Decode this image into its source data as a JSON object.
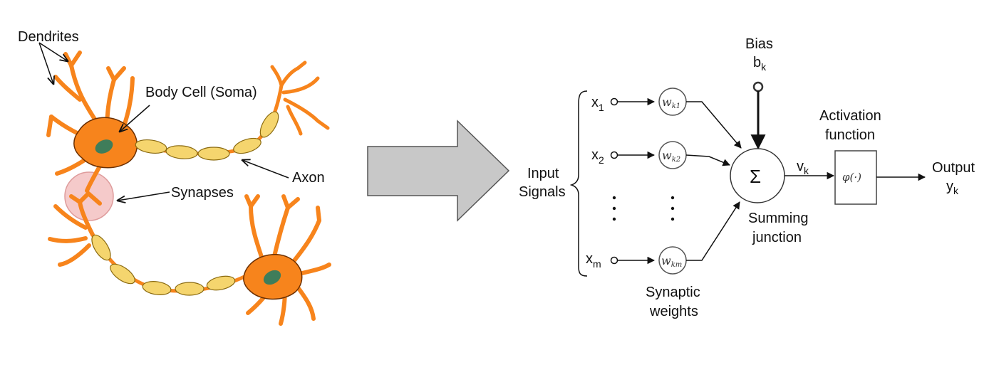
{
  "neuron": {
    "dendrites": "Dendrites",
    "soma": "Body Cell (Soma)",
    "axon": "Axon",
    "synapses": "Synapses"
  },
  "model": {
    "bias_label": "Bias",
    "bias_symbol": "b",
    "bias_sub": "k",
    "inputs": [
      {
        "base": "x",
        "sub": "1"
      },
      {
        "base": "x",
        "sub": "2"
      },
      {
        "base": "x",
        "sub": "m"
      }
    ],
    "weights": [
      {
        "base": "w",
        "sub": "k1"
      },
      {
        "base": "w",
        "sub": "k2"
      },
      {
        "base": "w",
        "sub": "km"
      }
    ],
    "input_signals_line1": "Input",
    "input_signals_line2": "Signals",
    "synaptic_line1": "Synaptic",
    "synaptic_line2": "weights",
    "sum_symbol": "Σ",
    "summing_line1": "Summing",
    "summing_line2": "junction",
    "v_base": "v",
    "v_sub": "k",
    "activation_line1": "Activation",
    "activation_line2": "function",
    "phi": "φ(·)",
    "output_label": "Output",
    "y_base": "y",
    "y_sub": "k"
  },
  "colors": {
    "neuron_fill": "#f7841c",
    "neuron_stroke": "#6b2f00",
    "myelin": "#f5d56e",
    "nucleus": "#3f7d5a",
    "synapse": "#f4c1c1",
    "arrow_fill": "#c8c8c8"
  }
}
